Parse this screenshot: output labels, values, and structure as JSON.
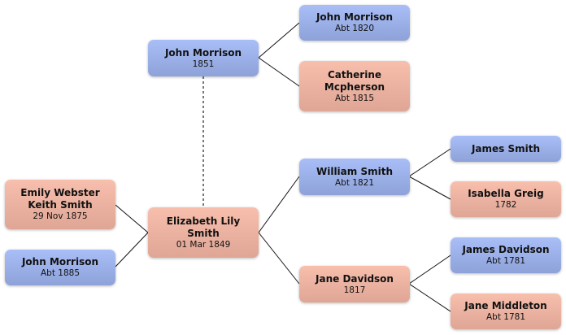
{
  "colors": {
    "male_top": "#a9bef7",
    "male_bottom": "#8ea2d9",
    "female_top": "#f8bfad",
    "female_bottom": "#dfa595",
    "line": "#111111",
    "dashed_line": "#777777"
  },
  "people": {
    "john_morrison_1851": {
      "name": "John Morrison",
      "date": "1851",
      "sex": "male"
    },
    "john_morrison_1820": {
      "name": "John Morrison",
      "date": "Abt 1820",
      "sex": "male"
    },
    "catherine_mcpherson": {
      "name": "Catherine Mcpherson",
      "date": "Abt 1815",
      "sex": "female"
    },
    "emily_webster": {
      "name": "Emily Webster Keith Smith",
      "date": "29 Nov 1875",
      "sex": "female"
    },
    "john_morrison_1885": {
      "name": "John Morrison",
      "date": "Abt 1885",
      "sex": "male"
    },
    "elizabeth_lily_smith": {
      "name": "Elizabeth Lily Smith",
      "date": "01 Mar 1849",
      "sex": "female"
    },
    "william_smith": {
      "name": "William Smith",
      "date": "Abt 1821",
      "sex": "male"
    },
    "jane_davidson": {
      "name": "Jane Davidson",
      "date": "1817",
      "sex": "female"
    },
    "james_smith": {
      "name": "James Smith",
      "date": "",
      "sex": "male"
    },
    "isabella_greig": {
      "name": "Isabella Greig",
      "date": "1782",
      "sex": "female"
    },
    "james_davidson": {
      "name": "James Davidson",
      "date": "Abt 1781",
      "sex": "male"
    },
    "jane_middleton": {
      "name": "Jane Middleton",
      "date": "Abt 1781",
      "sex": "female"
    }
  }
}
